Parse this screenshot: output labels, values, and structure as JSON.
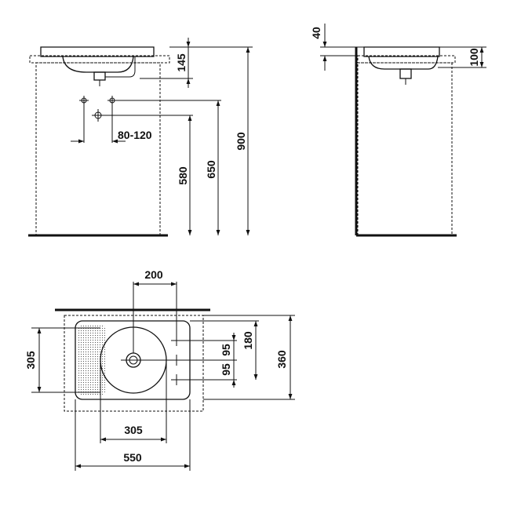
{
  "front_view": {
    "dim_145": "145",
    "dim_80_120": "80-120",
    "dim_580": "580",
    "dim_650": "650",
    "dim_900": "900"
  },
  "side_view": {
    "dim_40": "40",
    "dim_100": "100"
  },
  "plan_view": {
    "dim_200": "200",
    "dim_305_left": "305",
    "dim_180": "180",
    "dim_95_a": "95",
    "dim_95_b": "95",
    "dim_360": "360",
    "dim_305_bottom": "305",
    "dim_550": "550"
  },
  "colors": {
    "line": "#111111",
    "background": "#ffffff"
  }
}
